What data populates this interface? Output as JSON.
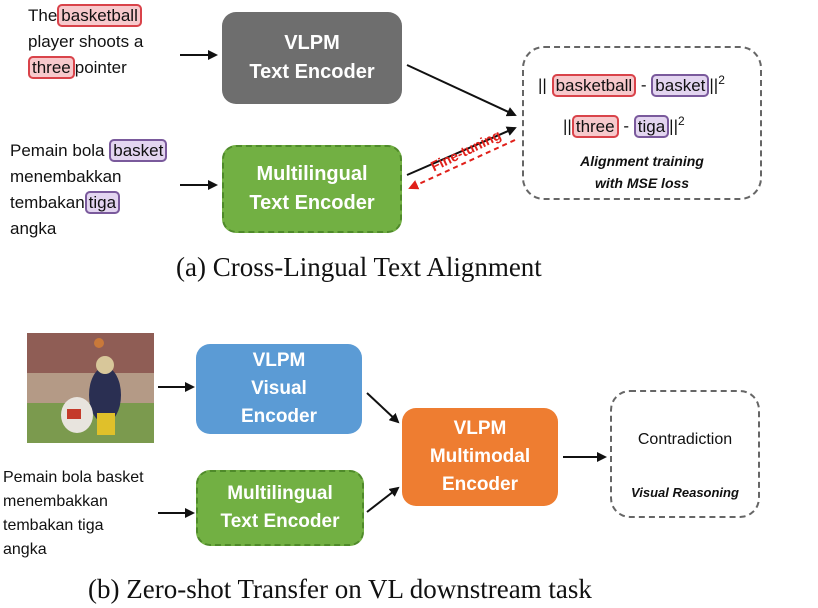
{
  "part_a": {
    "english_sentence": {
      "w1": "The",
      "w2": "basketball",
      "w3": "player shoots a",
      "w4": "three",
      "w5": "pointer"
    },
    "indonesian_sentence": {
      "w1": "Pemain bola",
      "w2": "basket",
      "w3": "menembakkan",
      "w4": "tembakan",
      "w5": "tiga",
      "w6": "angka"
    },
    "vlpm_text_encoder": {
      "line1": "VLPM",
      "line2": "Text Encoder"
    },
    "multilingual_text_encoder": {
      "line1": "Multilingual",
      "line2": "Text Encoder"
    },
    "fine_tuning_label": "Fine-tuning",
    "loss_box": {
      "row1": {
        "bars_left": "||",
        "term_a": "basketball",
        "minus": "-",
        "term_b": "basket",
        "bars_right": "||",
        "exp": "2"
      },
      "row2": {
        "bars_left": "||",
        "term_a": "three",
        "minus": "-",
        "term_b": "tiga",
        "bars_right": "||",
        "exp": "2"
      },
      "label_line1": "Alignment training",
      "label_line2": "with MSE loss"
    },
    "caption": "(a) Cross-Lingual Text Alignment"
  },
  "part_b": {
    "indonesian_sentence": {
      "l1": "Pemain bola basket",
      "l2": "menembakkan",
      "l3": "tembakan tiga",
      "l4": "angka"
    },
    "vlpm_visual_encoder": {
      "line1": "VLPM",
      "line2": "Visual",
      "line3": "Encoder"
    },
    "multilingual_text_encoder": {
      "line1": "Multilingual",
      "line2": "Text Encoder"
    },
    "vlpm_multimodal_encoder": {
      "line1": "VLPM",
      "line2": "Multimodal",
      "line3": "Encoder"
    },
    "output_box": {
      "prediction": "Contradiction",
      "task": "Visual Reasoning"
    },
    "caption": "(b) Zero-shot Transfer on VL downstream task"
  },
  "colors": {
    "red_highlight": "#d9434a",
    "purple_highlight": "#7a5a9c",
    "gray_box": "#6e6e6e",
    "green_box": "#72b043",
    "blue_box": "#5b9bd5",
    "orange_box": "#ee7d31",
    "fine_tuning_arrow": "#e0201a"
  }
}
